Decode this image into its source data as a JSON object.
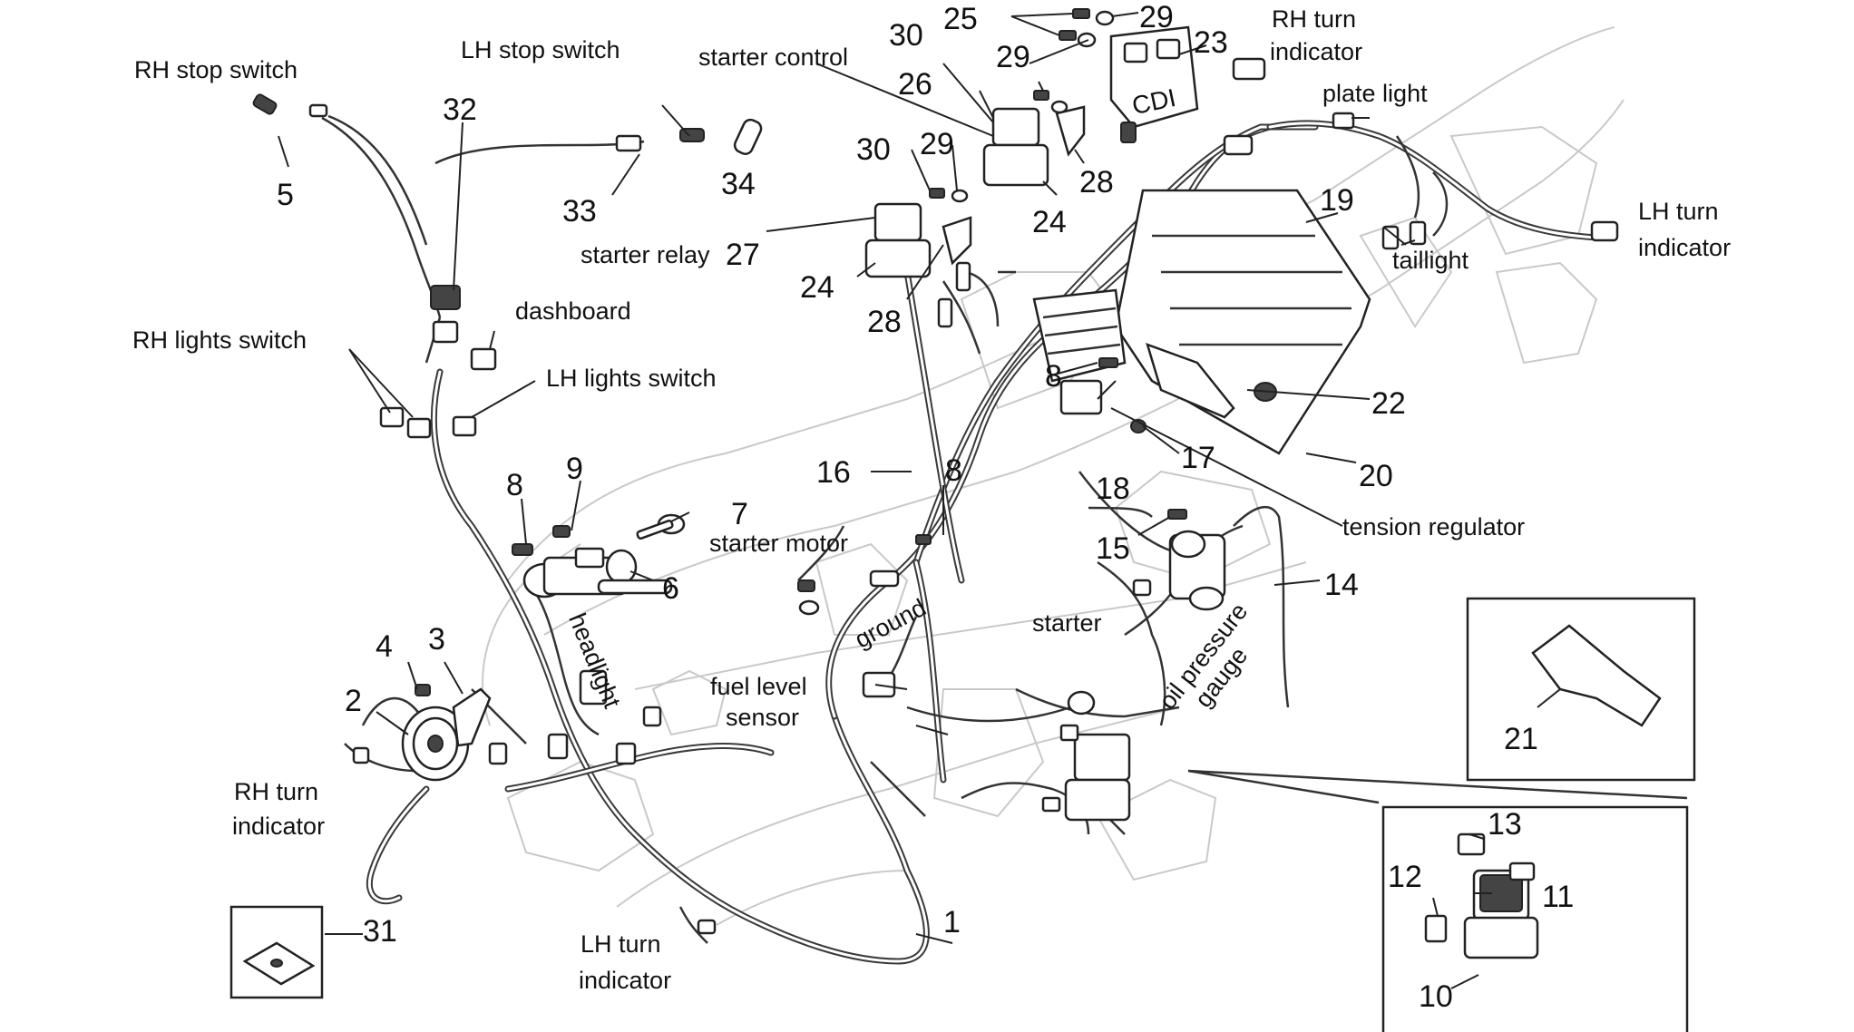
{
  "diagram": {
    "labels": {
      "rh_stop_switch": "RH stop switch",
      "lh_stop_switch": "LH stop switch",
      "starter_control": "starter control",
      "rh_turn_indicator_rear_1": "RH turn",
      "rh_turn_indicator_rear_2": "indicator",
      "plate_light": "plate light",
      "lh_turn_indicator_rear_1": "LH turn",
      "lh_turn_indicator_rear_2": "indicator",
      "taillight": "taillight",
      "starter_relay": "starter relay",
      "rh_lights_switch": "RH lights switch",
      "dashboard": "dashboard",
      "lh_lights_switch": "LH lights switch",
      "tension_regulator": "tension regulator",
      "starter_motor": "starter motor",
      "ground": "ground",
      "headlight": "headlight",
      "starter": "starter",
      "oil_pressure_gauge_1": "oil pressure",
      "oil_pressure_gauge_2": "gauge",
      "fuel_level_sensor_1": "fuel level",
      "fuel_level_sensor_2": "sensor",
      "rh_turn_indicator_front_1": "RH turn",
      "rh_turn_indicator_front_2": "indicator",
      "lh_turn_indicator_front_1": "LH turn",
      "lh_turn_indicator_front_2": "indicator",
      "cdi": "CDI"
    },
    "part_numbers": {
      "n1": "1",
      "n2": "2",
      "n3": "3",
      "n4": "4",
      "n5": "5",
      "n6": "6",
      "n7": "7",
      "n8a": "8",
      "n8b": "8",
      "n8c": "8",
      "n9": "9",
      "n10": "10",
      "n11": "11",
      "n12": "12",
      "n13": "13",
      "n14": "14",
      "n15": "15",
      "n16": "16",
      "n17": "17",
      "n18": "18",
      "n19": "19",
      "n20": "20",
      "n21": "21",
      "n22": "22",
      "n23": "23",
      "n24a": "24",
      "n24b": "24",
      "n25": "25",
      "n26": "26",
      "n27": "27",
      "n28a": "28",
      "n28b": "28",
      "n29a": "29",
      "n29b": "29",
      "n29c": "29",
      "n30a": "30",
      "n30b": "30",
      "n31": "31",
      "n32": "32",
      "n33": "33",
      "n34": "34"
    }
  }
}
